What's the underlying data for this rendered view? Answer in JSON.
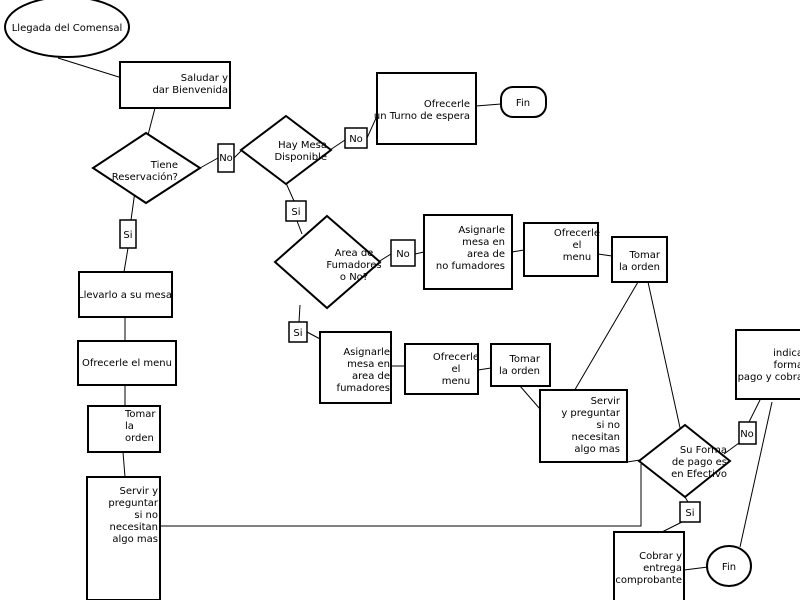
{
  "nodes": {
    "start": {
      "lines": [
        "Llegada del Comensal"
      ]
    },
    "greet": {
      "lines": [
        "Saludar y",
        "dar Bienvenida"
      ]
    },
    "has_reservation": {
      "lines": [
        "Tiene",
        "Reservación?"
      ]
    },
    "no_reservation": {
      "lines": [
        "No"
      ]
    },
    "table_available": {
      "lines": [
        "Hay Mesa",
        "Disponible"
      ]
    },
    "no_table": {
      "lines": [
        "No"
      ]
    },
    "offer_wait": {
      "lines": [
        "Ofrecerle",
        "un Turno de espera"
      ]
    },
    "end_wait": {
      "lines": [
        "Fin"
      ]
    },
    "yes_table": {
      "lines": [
        "Si"
      ]
    },
    "smoking_area": {
      "lines": [
        "Area de",
        "Fumadores",
        "o No?"
      ]
    },
    "no_smoking": {
      "lines": [
        "No"
      ]
    },
    "assign_nonsmoking": {
      "lines": [
        "Asignarle",
        "mesa en",
        "area de",
        "no fumadores"
      ]
    },
    "offer_menu_ns": {
      "lines": [
        "Ofrecerle",
        "el",
        "menu"
      ]
    },
    "take_order_ns": {
      "lines": [
        "Tomar",
        "la orden"
      ]
    },
    "yes_smoking": {
      "lines": [
        "Si"
      ]
    },
    "assign_smoking": {
      "lines": [
        "Asignarle",
        "mesa en",
        "area de",
        "fumadores"
      ]
    },
    "offer_menu_s": {
      "lines": [
        "Ofrecerle",
        "el",
        "menu"
      ]
    },
    "take_order_s": {
      "lines": [
        "Tomar",
        "la orden"
      ]
    },
    "serve_mid": {
      "lines": [
        "Servir",
        "y preguntar",
        "si no",
        "necesitan",
        "algo mas"
      ]
    },
    "yes_reservation": {
      "lines": [
        "Si"
      ]
    },
    "take_to_table": {
      "lines": [
        "Llevarlo a su mesa"
      ]
    },
    "offer_menu_left": {
      "lines": [
        "Ofrecerle el menu"
      ]
    },
    "take_order_left": {
      "lines": [
        "Tomar",
        "la",
        "orden"
      ]
    },
    "serve_left": {
      "lines": [
        "Servir y",
        "preguntar",
        "si no",
        "necesitan",
        "algo mas"
      ]
    },
    "payment_cash": {
      "lines": [
        "Su Forma",
        "de pago es",
        "en Efectivo"
      ]
    },
    "no_cash": {
      "lines": [
        "No"
      ]
    },
    "indicate_payment": {
      "lines": [
        "indica",
        "forma",
        "pago y cobra"
      ]
    },
    "yes_cash": {
      "lines": [
        "Si"
      ]
    },
    "charge_receipt": {
      "lines": [
        "Cobrar y",
        "entrega",
        "comprobante"
      ]
    },
    "end_final": {
      "lines": [
        "Fin"
      ]
    }
  }
}
